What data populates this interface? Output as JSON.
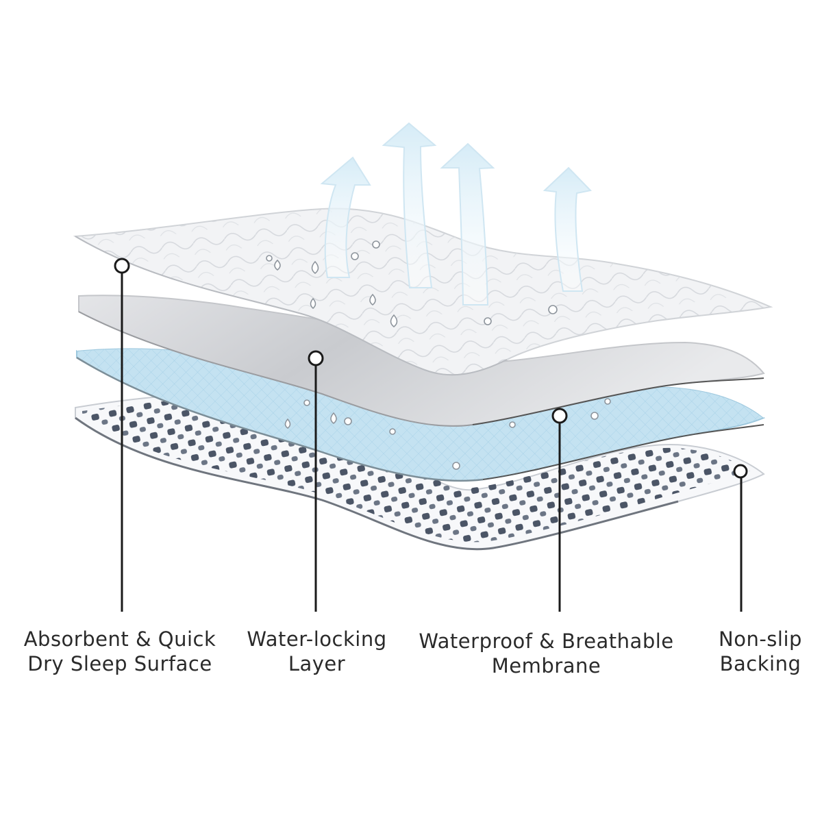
{
  "colors": {
    "surface": "#f2f3f5",
    "water_lock": "#d9dadd",
    "membrane": "#c4e2f1",
    "backing": "#f7f8fa",
    "backing_dots": "#4b5566",
    "arrow": "#e4f2f9",
    "callout": "#1a1a1a"
  },
  "icons": [
    "vapor-arrow-icon",
    "water-drop-icon"
  ],
  "labels": [
    {
      "line1": "Absorbent & Quick",
      "line2": "Dry Sleep Surface"
    },
    {
      "line1": "Water-locking",
      "line2": "Layer"
    },
    {
      "line1": "Waterproof & Breathable",
      "line2": "Membrane"
    },
    {
      "line1": "Non-slip",
      "line2": "Backing"
    }
  ]
}
